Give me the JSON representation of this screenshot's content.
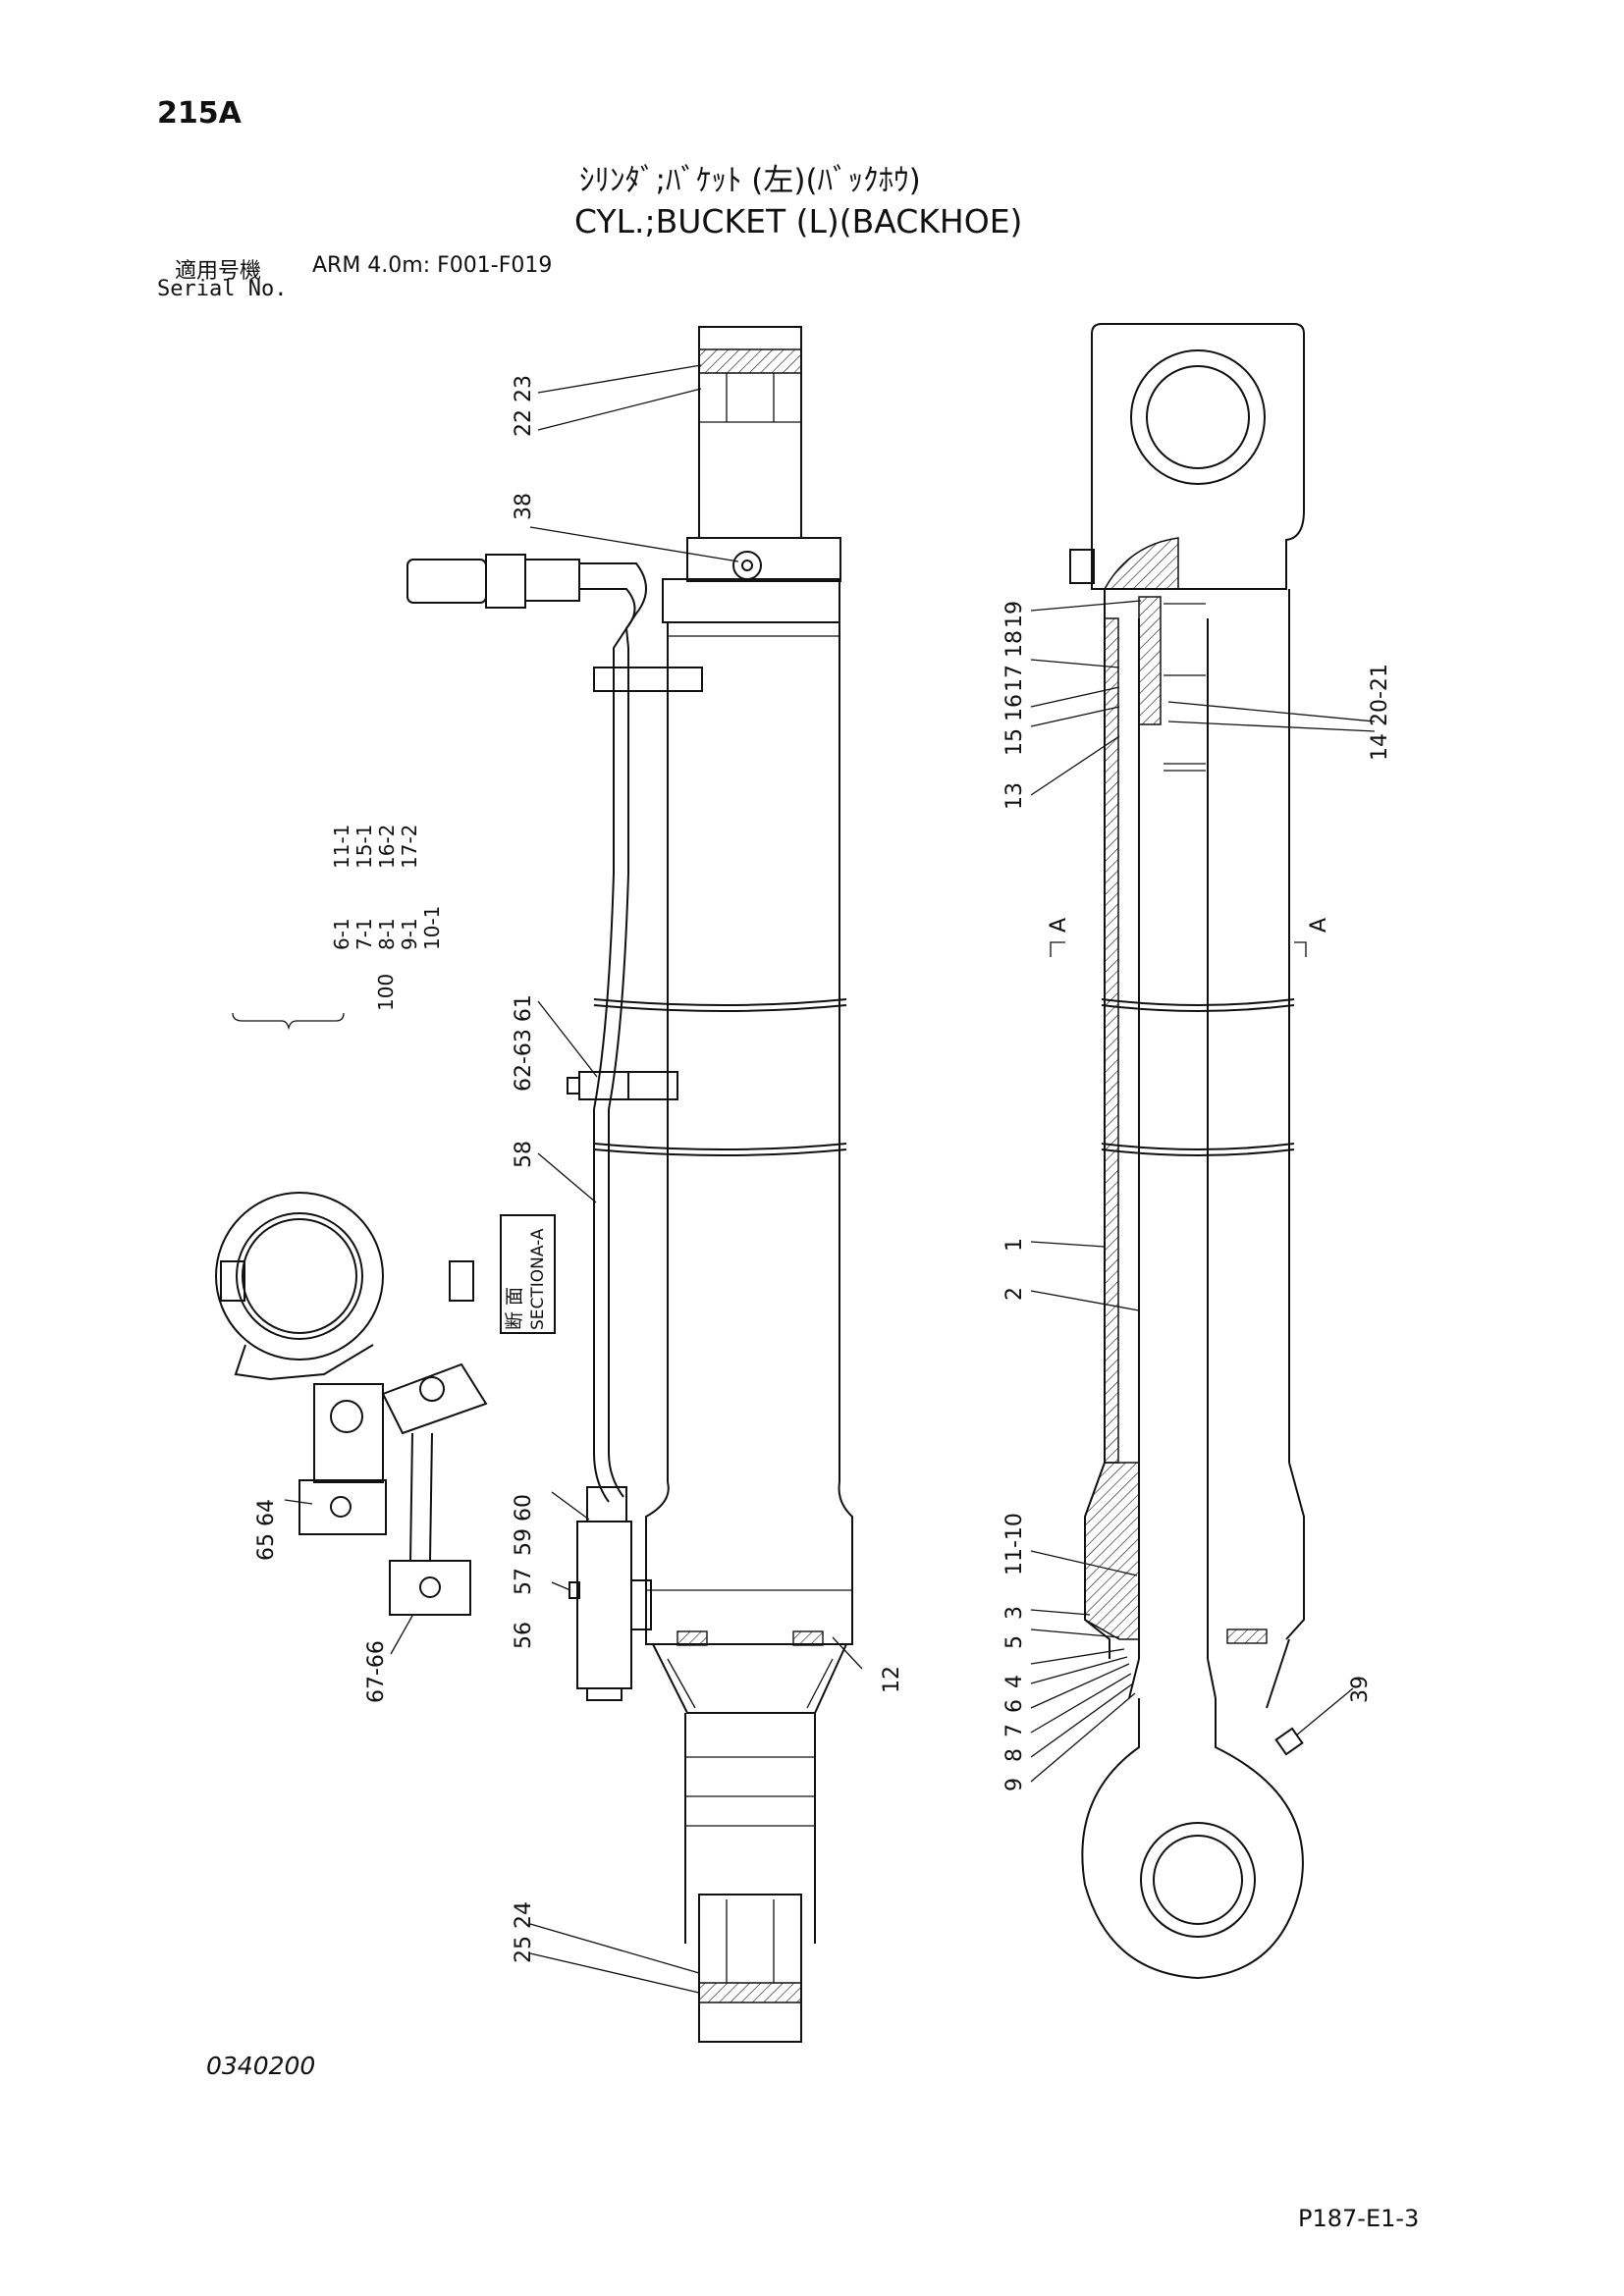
{
  "header": {
    "page_code": "215A",
    "title_jp": "ｼﾘﾝﾀﾞ;ﾊﾞｹｯﾄ (左)(ﾊﾞｯｸﾎｳ)",
    "title_en": "CYL.;BUCKET (L)(BACKHOE)",
    "serial_label_jp": "適用号機",
    "serial_label_en": "Serial No.",
    "serial_value": "ARM 4.0m: F001-F019"
  },
  "callouts": {
    "c_22_23": "22 23",
    "c_38": "38",
    "c_62_63_61": "62-63 61",
    "c_58": "58",
    "c_59_60": "59 60",
    "c_57": "57",
    "c_56": "56",
    "c_12": "12",
    "c_24_25": "25 24",
    "c_64": "65 64",
    "c_67_66": "67-66",
    "c_19": "19",
    "c_17_18": "17 18",
    "c_15_16": "15 16",
    "c_13": "13",
    "c_14_20_21": "14 20-21",
    "c_1": "1",
    "c_2": "2",
    "c_11_10": "11-10",
    "c_3": "3",
    "c_5": "5",
    "c_4": "4",
    "c_6": "6",
    "c_7": "7",
    "c_8": "8",
    "c_9": "9",
    "c_39": "39",
    "section_mark_left": "A",
    "section_mark_right": "A"
  },
  "kit": {
    "main": "100",
    "col1": [
      "6-1",
      "7-1",
      "8-1",
      "9-1",
      "10-1"
    ],
    "col2": [
      "11-1",
      "15-1",
      "16-2",
      "17-2"
    ]
  },
  "section_box": {
    "jp": "断 面",
    "en": "SECTIONA-A"
  },
  "footer": {
    "drawing_number": "0340200",
    "page_ref": "P187-E1-3"
  }
}
